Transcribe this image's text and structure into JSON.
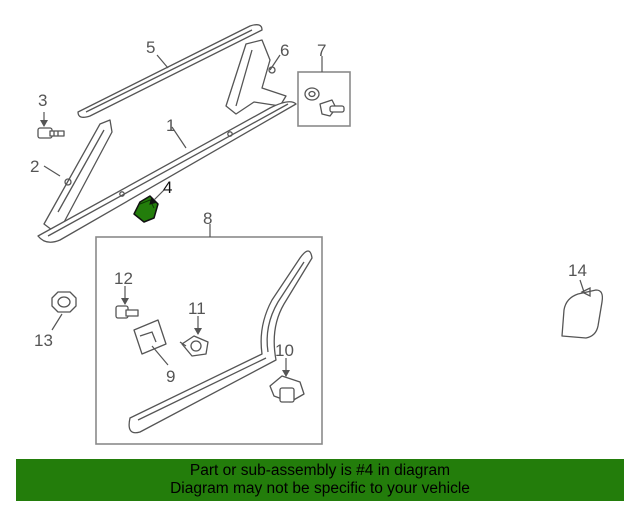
{
  "callouts": {
    "c1": "1",
    "c2": "2",
    "c3": "3",
    "c4": "4",
    "c5": "5",
    "c6": "6",
    "c7": "7",
    "c8": "8",
    "c9": "9",
    "c10": "10",
    "c11": "11",
    "c12": "12",
    "c13": "13",
    "c14": "14"
  },
  "highlight": {
    "part_number": "4",
    "color": "#237d0b"
  },
  "banner": {
    "line1": "Part or sub-assembly is #4 in diagram",
    "line2": "Diagram may not be specific to your vehicle",
    "background": "#237d0b"
  }
}
